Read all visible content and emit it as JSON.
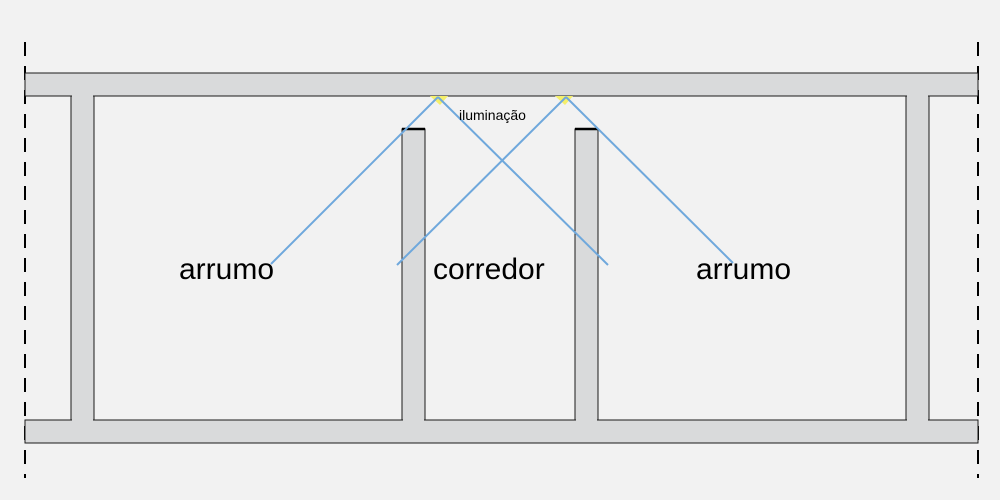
{
  "diagram": {
    "labels": {
      "left_room": "arrumo",
      "center_room": "corredor",
      "right_room": "arrumo",
      "light_note": "iluminação"
    },
    "colors": {
      "background": "#f2f2f2",
      "wall_fill": "#d9dadb",
      "wall_stroke": "#1a1a1a",
      "light_ray": "#6fa8dc",
      "light_source": "#f5ef6a"
    }
  }
}
